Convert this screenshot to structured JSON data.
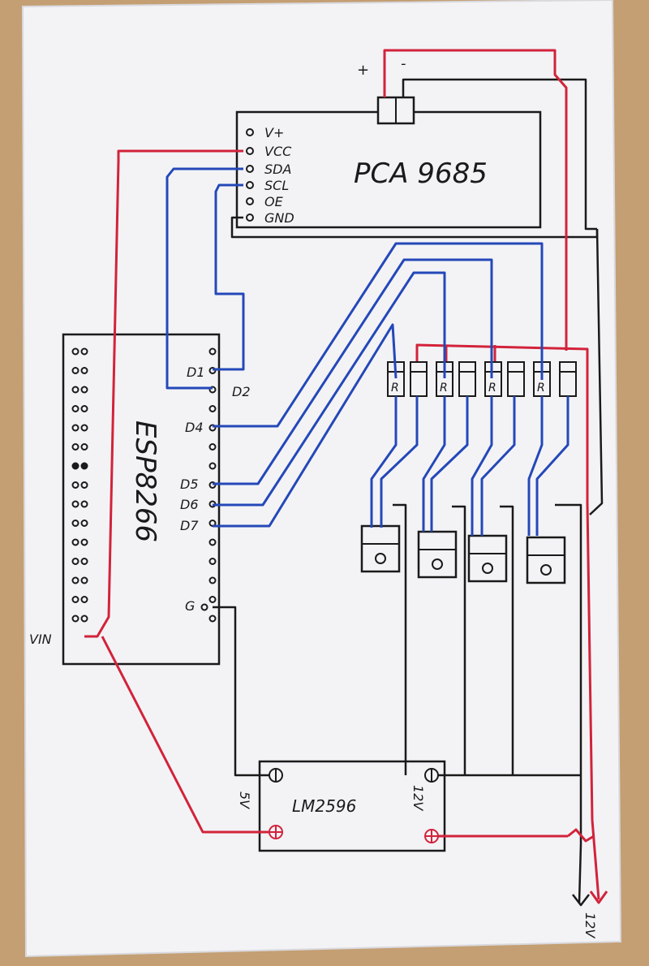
{
  "diagram": {
    "pca": {
      "title": "PCA 9685",
      "pins": [
        "V+",
        "VCC",
        "SDA",
        "SCL",
        "OE",
        "GND"
      ],
      "power_plus": "+",
      "power_minus": "-"
    },
    "esp": {
      "title": "ESP8266",
      "pin_labels": {
        "d1": "D1",
        "d2": "D2",
        "d4": "D4",
        "d5": "D5",
        "d6": "D6",
        "d7": "D7",
        "g": "G",
        "vin": "VIN"
      }
    },
    "resistor_label": "R",
    "regulator": {
      "title": "LM2596",
      "out_label": "5V",
      "in_label": "12V"
    },
    "supply_label": "12V",
    "colors": {
      "red": "#d2233a",
      "blue": "#2448b8",
      "black": "#1a1a1a",
      "paper": "#f3f3f6",
      "wood": "#c9a57a"
    }
  }
}
